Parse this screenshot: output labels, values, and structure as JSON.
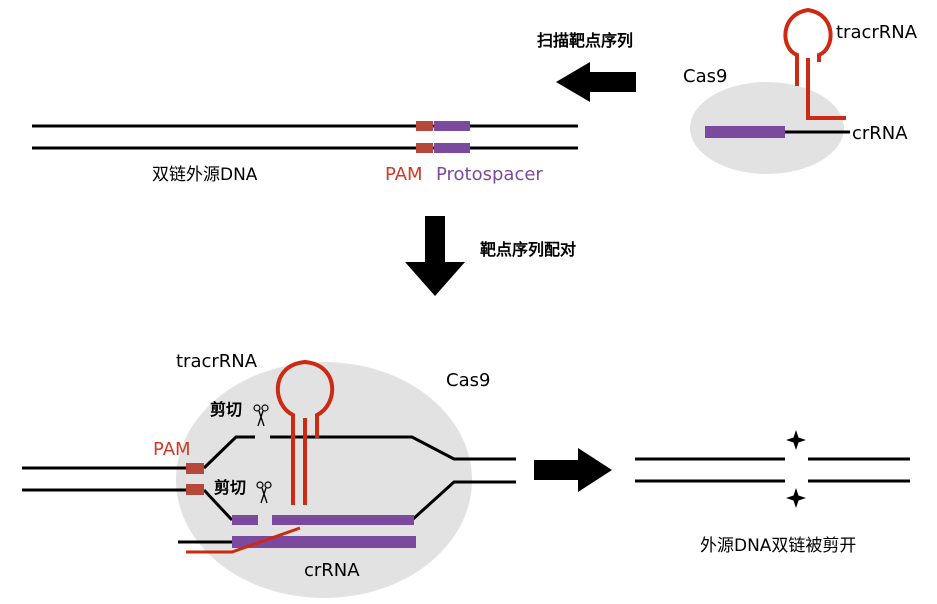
{
  "colors": {
    "pam": "#d33a24",
    "pam_box": "#b5483b",
    "protospacer": "#7b4a9e",
    "rna": "#cc2a12",
    "dna": "#000000",
    "cas9_fill": "#e2e2e2"
  },
  "top": {
    "cas9_label": "Cas9",
    "tracrrna_label": "tracrRNA",
    "crrna_label": "crRNA",
    "scan_label": "扫描靶点序列",
    "dna_label": "双链外源DNA",
    "pam_label": "PAM",
    "protospacer_label": "Protospacer"
  },
  "middle": {
    "pairing_label": "靶点序列配对"
  },
  "bottom": {
    "tracrrna_label": "tracrRNA",
    "cas9_label": "Cas9",
    "pam_label": "PAM",
    "cut_label_1": "剪切",
    "cut_label_2": "剪切",
    "crrna_label": "crRNA",
    "result_label": "外源DNA双链被剪开"
  },
  "icons": [
    "scissors-icon",
    "scissors-icon",
    "cut-star-icon",
    "cut-star-icon"
  ]
}
